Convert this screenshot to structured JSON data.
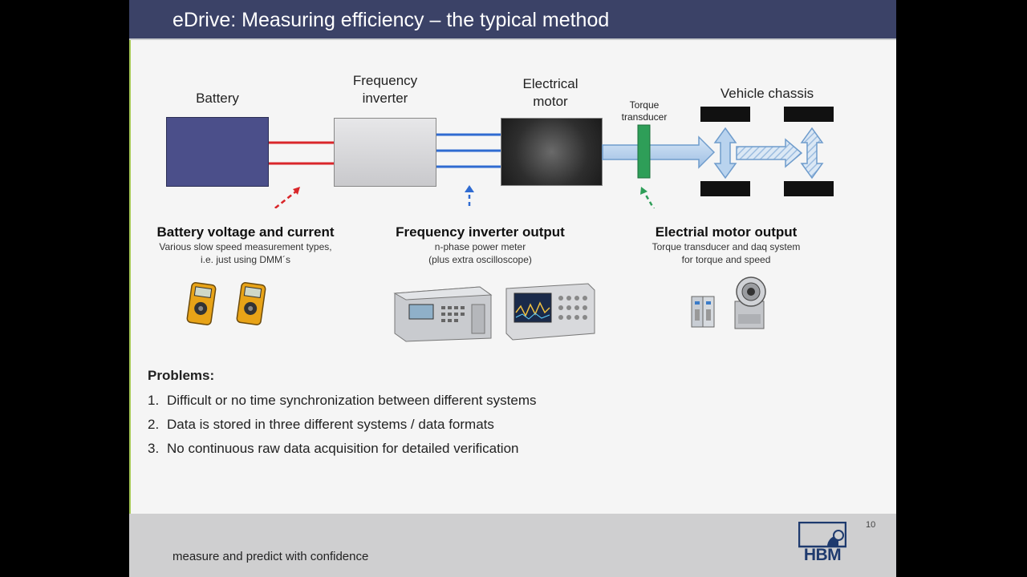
{
  "slide": {
    "title": "eDrive: Measuring efficiency – the typical method",
    "page_number": "10",
    "tagline": "measure and predict with confidence",
    "logo_text": "HBM"
  },
  "diagram": {
    "battery_label": "Battery",
    "inverter_label_line1": "Frequency",
    "inverter_label_line2": "inverter",
    "motor_label_line1": "Electrical",
    "motor_label_line2": "motor",
    "torque_label_line1": "Torque",
    "torque_label_line2": "transducer",
    "chassis_label": "Vehicle chassis"
  },
  "measurements": [
    {
      "heading": "Battery voltage and current",
      "line1": "Various slow speed measurement types,",
      "line2": "i.e. just using DMM´s"
    },
    {
      "heading": "Frequency inverter output",
      "line1": "n-phase power meter",
      "line2": "(plus extra oscilloscope)"
    },
    {
      "heading": "Electrial motor output",
      "line1": "Torque transducer and daq system",
      "line2": "for torque and speed"
    }
  ],
  "problems": {
    "title": "Problems:",
    "items": [
      {
        "num": "1.",
        "text": "Difficult or no time synchronization between different systems"
      },
      {
        "num": "2.",
        "text": "Data is stored in three different systems / data formats"
      },
      {
        "num": "3.",
        "text": "No continuous raw data acquisition for detailed verification"
      }
    ]
  },
  "colors": {
    "title_bar": "#3b4267",
    "battery": "#4b4f8a",
    "dc_wire": "#d9262a",
    "ac_wire": "#2f6bd1",
    "torque_transducer": "#2e9e58",
    "arrow_fill": "#b9d3ee"
  }
}
